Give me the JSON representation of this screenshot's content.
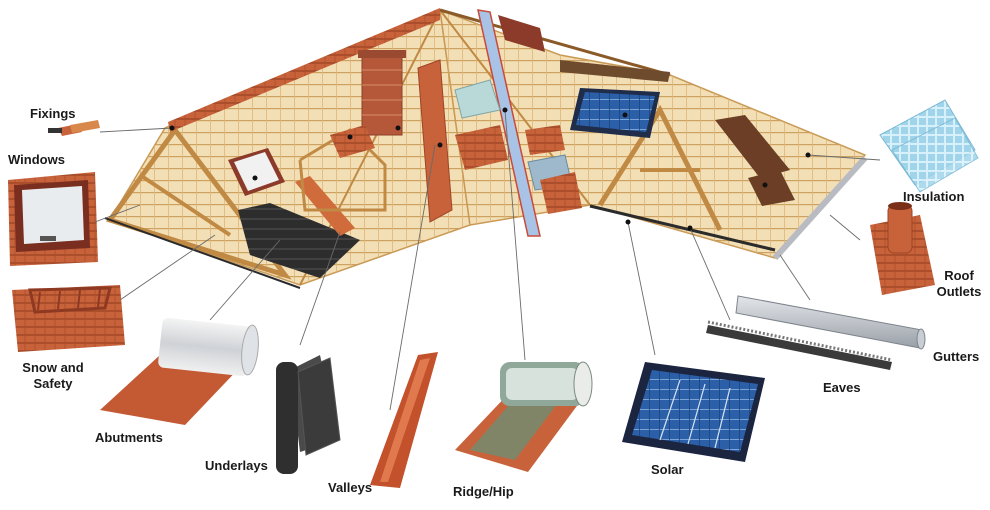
{
  "labels": {
    "fixings": "Fixings",
    "windows": "Windows",
    "snow_safety": "Snow and\nSafety",
    "abutments": "Abutments",
    "underlays": "Underlays",
    "valleys": "Valleys",
    "ridge_hip": "Ridge/Hip",
    "solar": "Solar",
    "eaves": "Eaves",
    "gutters": "Gutters",
    "roof_outlets": "Roof\nOutlets",
    "insulation": "Insulation"
  },
  "colors": {
    "timber": "#e2bd78",
    "timber_dark": "#b98f4a",
    "tile": "#c8623a",
    "tile_dark": "#9e4526",
    "brick": "#b5583a",
    "solar_blue": "#2b5fa8",
    "membrane": "#3a3a3a",
    "insulation": "#9fd4ea",
    "gutter": "#b8bcc2",
    "leader_line": "#6b6b6b"
  }
}
